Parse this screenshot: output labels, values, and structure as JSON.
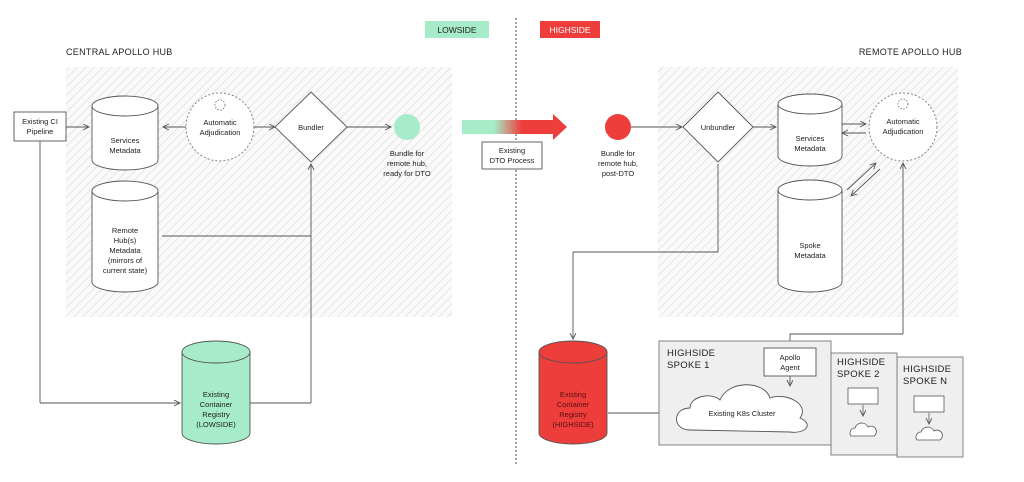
{
  "badges": {
    "lowside": "LOWSIDE",
    "highside": "HIGHSIDE"
  },
  "central_title": "CENTRAL APOLLO HUB",
  "remote_title": "REMOTE APOLLO HUB",
  "ci_pipeline": [
    "Existing CI",
    "Pipeline"
  ],
  "services_metadata_left": [
    "Services",
    "Metadata"
  ],
  "adjudication_left": [
    "Automatic",
    "Adjudication"
  ],
  "bundler": "Bundler",
  "bundle_lowside": [
    "Bundle for",
    "remote hub,",
    "ready for DTO"
  ],
  "remote_hubs_metadata": [
    "Remote",
    "Hub(s)",
    "Metadata",
    "(mirrors of",
    "current state)"
  ],
  "registry_lowside": [
    "Existing",
    "Container",
    "Registry",
    "(LOWSIDE)"
  ],
  "dto_process": [
    "Existing",
    "DTO Process"
  ],
  "bundle_highside": [
    "Bundle for",
    "remote hub,",
    "post-DTO"
  ],
  "unbundler": "Unbundler",
  "services_metadata_right": [
    "Services",
    "Metadata"
  ],
  "adjudication_right": [
    "Automatic",
    "Adjudication"
  ],
  "spoke_metadata": [
    "Spoke",
    "Metadata"
  ],
  "registry_highside": [
    "Existing",
    "Container",
    "Registry",
    "(HIGHSIDE)"
  ],
  "spoke1_title": [
    "HIGHSIDE",
    "SPOKE 1"
  ],
  "apollo_agent": [
    "Apollo",
    "Agent"
  ],
  "k8s_cluster": "Existing K8s Cluster",
  "spoke2_title": [
    "HIGHSIDE",
    "SPOKE 2"
  ],
  "spokeN_title": [
    "HIGHSIDE",
    "SPOKE N"
  ],
  "colors": {
    "lowside": "#a6ecc8",
    "highside": "#ee3e3c",
    "hatch": "#d8d8d8",
    "line": "#555555"
  }
}
